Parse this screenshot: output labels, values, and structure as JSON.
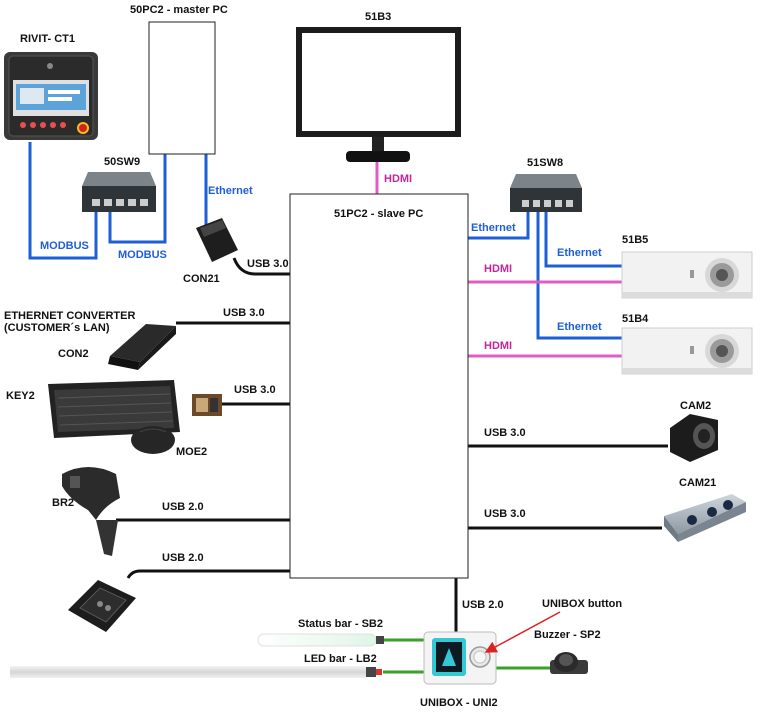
{
  "devices": {
    "rivit": "RIVIT- CT1",
    "master_pc": "50PC2 - master PC",
    "monitor": "51B3",
    "switch_left": "50SW9",
    "switch_right": "51SW8",
    "slave_pc": "51PC2 - slave PC",
    "con21": "CON21",
    "eth_converter_line1": "ETHERNET CONVERTER",
    "eth_converter_line2": "(CUSTOMER´s LAN)",
    "con2": "CON2",
    "key2": "KEY2",
    "moe2": "MOE2",
    "br2": "BR2",
    "projector_top": "51B5",
    "projector_bottom": "51B4",
    "cam2": "CAM2",
    "cam21": "CAM21",
    "status_bar": "Status bar - SB2",
    "led_bar": "LED bar - LB2",
    "unibox": "UNIBOX - UNI2",
    "unibox_button": "UNIBOX button",
    "buzzer": "Buzzer - SP2"
  },
  "connections": {
    "modbus_left": "MODBUS",
    "modbus_right": "MODBUS",
    "eth_master": "Ethernet",
    "hdmi_monitor": "HDMI",
    "usb_con21": "USB 3.0",
    "usb_con2": "USB 3.0",
    "usb_key": "USB 3.0",
    "usb_br2": "USB 2.0",
    "usb_reader": "USB 2.0",
    "usb_unibox": "USB 2.0",
    "eth_pc_switch": "Ethernet",
    "eth_51b5": "Ethernet",
    "hdmi_51b5": "HDMI",
    "eth_51b4": "Ethernet",
    "hdmi_51b4": "HDMI",
    "usb_cam2": "USB 3.0",
    "usb_cam21": "USB 3.0"
  },
  "colors": {
    "ethernet": "#1f5fd6",
    "hdmi": "#e05cc4",
    "usb": "#111111",
    "green": "#3aa02a"
  }
}
